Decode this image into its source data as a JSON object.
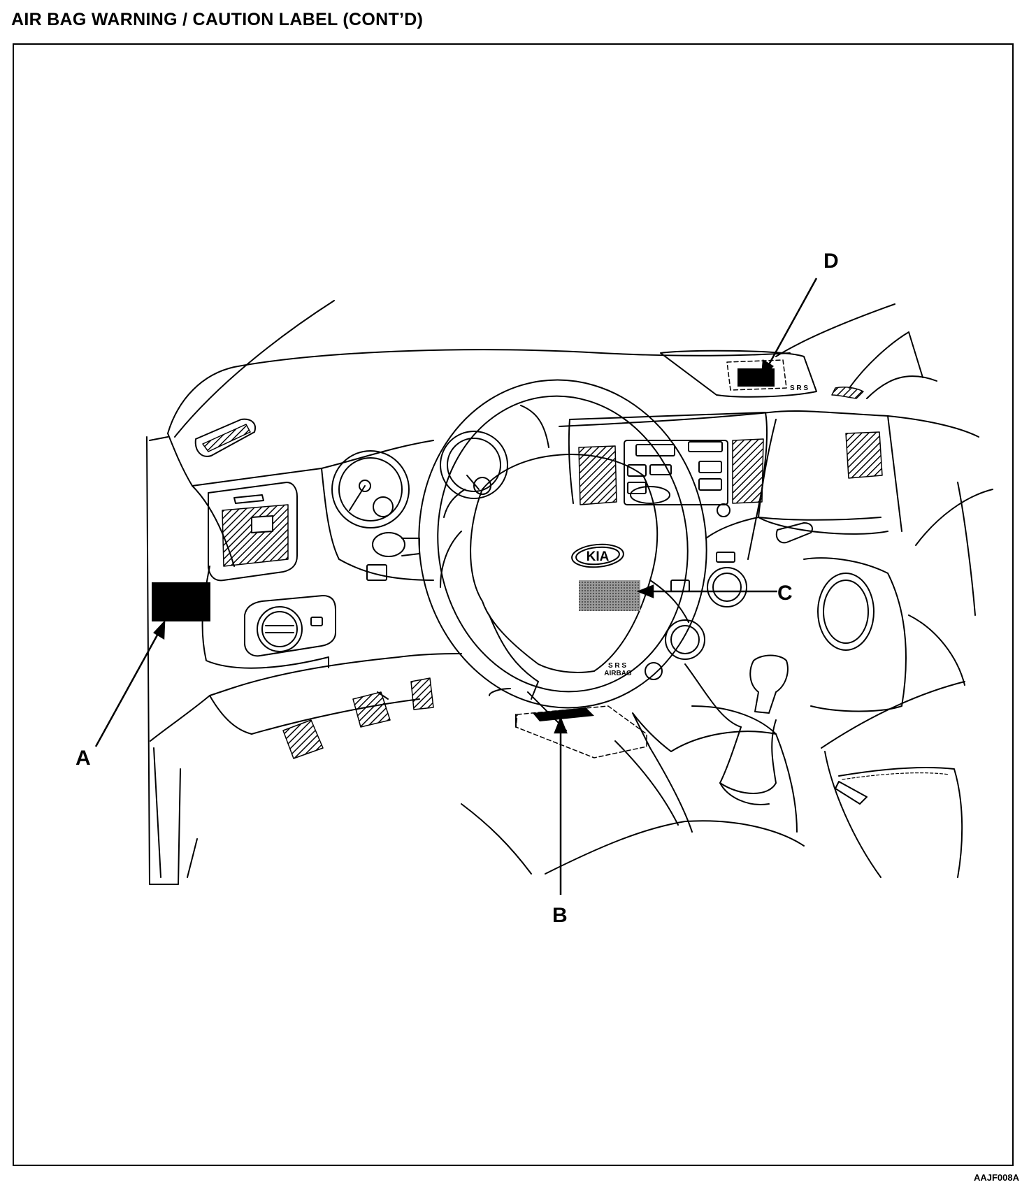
{
  "page": {
    "title": "AIR BAG WARNING / CAUTION LABEL (CONT’D)",
    "figure_code": "AAJF008A"
  },
  "callouts": {
    "a": "A",
    "b": "B",
    "c": "C",
    "d": "D"
  },
  "steering_wheel": {
    "logo_text": "KIA",
    "srs_text": "S R S",
    "airbag_text": "AIRBAG"
  },
  "dash_marking": "S R S",
  "colors": {
    "line": "#000000",
    "label_fill": "#000000",
    "label_c_fill": "#777777",
    "background": "#ffffff"
  }
}
